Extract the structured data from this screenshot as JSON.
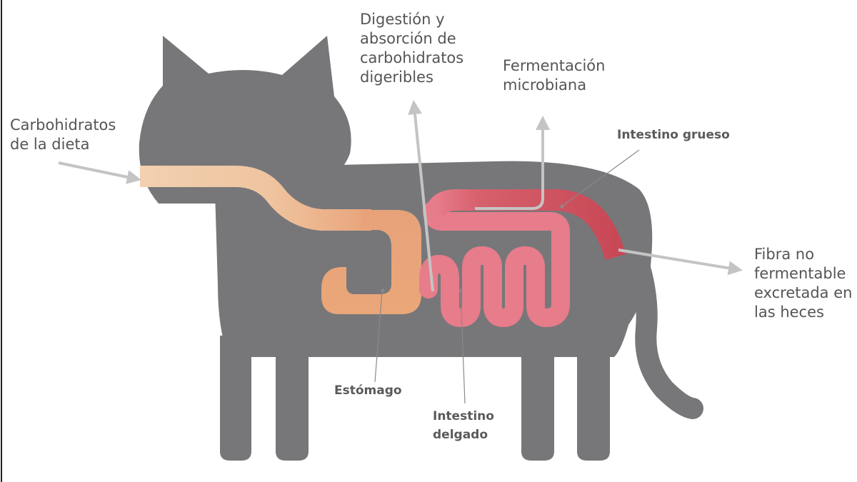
{
  "diagram": {
    "labels": {
      "dietary_carbs": "Carbohidratos\nde la dieta",
      "digestion_absorption": "Digestión y\nabsorción de\ncarbohidratos\ndigeribles",
      "microbial_fermentation": "Fermentación\nmicrobiana",
      "large_intestine": "Intestino grueso",
      "non_fermentable_fiber": "Fibra no\nfermentable\nexcretada en\nlas heces",
      "stomach": "Estómago",
      "small_intestine": "Intestino\ndelgado"
    },
    "colors": {
      "cat_body": "#77777a",
      "esophagus": "#f0c9a6",
      "stomach": "#e9a37a",
      "small_intestine": "#e77c8a",
      "large_intestine": "#cf5260",
      "arrow": "#c4c4c4",
      "text": "#555555"
    }
  }
}
